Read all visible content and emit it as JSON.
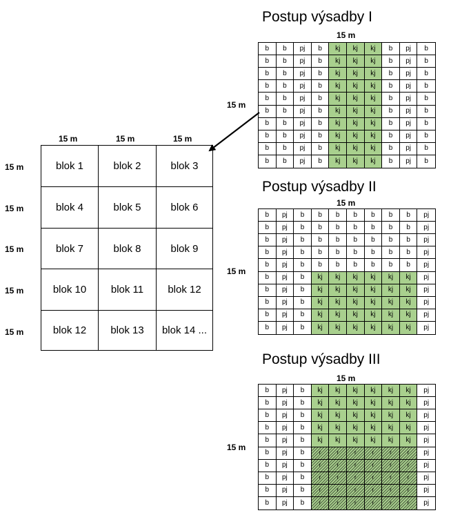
{
  "dim_label": "15 m",
  "blocks": [
    "blok 1",
    "blok 2",
    "blok 3",
    "blok 4",
    "blok 5",
    "blok 6",
    "blok 7",
    "blok 8",
    "blok 9",
    "blok 10",
    "blok 11",
    "blok 12",
    "blok 12",
    "blok 13",
    "blok 14 ..."
  ],
  "plans": [
    {
      "title": "Postup výsadby I",
      "rows": [
        [
          "b",
          "b",
          "pj",
          "b",
          "kj",
          "kj",
          "kj",
          "b",
          "pj",
          "b"
        ],
        [
          "b",
          "b",
          "pj",
          "b",
          "kj",
          "kj",
          "kj",
          "b",
          "pj",
          "b"
        ],
        [
          "b",
          "b",
          "pj",
          "b",
          "kj",
          "kj",
          "kj",
          "b",
          "pj",
          "b"
        ],
        [
          "b",
          "b",
          "pj",
          "b",
          "kj",
          "kj",
          "kj",
          "b",
          "pj",
          "b"
        ],
        [
          "b",
          "b",
          "pj",
          "b",
          "kj",
          "kj",
          "kj",
          "b",
          "pj",
          "b"
        ],
        [
          "b",
          "b",
          "pj",
          "b",
          "kj",
          "kj",
          "kj",
          "b",
          "pj",
          "b"
        ],
        [
          "b",
          "b",
          "pj",
          "b",
          "kj",
          "kj",
          "kj",
          "b",
          "pj",
          "b"
        ],
        [
          "b",
          "b",
          "pj",
          "b",
          "kj",
          "kj",
          "kj",
          "b",
          "pj",
          "b"
        ],
        [
          "b",
          "b",
          "pj",
          "b",
          "kj",
          "kj",
          "kj",
          "b",
          "pj",
          "b"
        ],
        [
          "b",
          "b",
          "pj",
          "b",
          "kj",
          "kj",
          "kj",
          "b",
          "pj",
          "b"
        ]
      ]
    },
    {
      "title": "Postup výsadby II",
      "rows": [
        [
          "b",
          "pj",
          "b",
          "b",
          "b",
          "b",
          "b",
          "b",
          "b",
          "pj"
        ],
        [
          "b",
          "pj",
          "b",
          "b",
          "b",
          "b",
          "b",
          "b",
          "b",
          "pj"
        ],
        [
          "b",
          "pj",
          "b",
          "b",
          "b",
          "b",
          "b",
          "b",
          "b",
          "pj"
        ],
        [
          "b",
          "pj",
          "b",
          "b",
          "b",
          "b",
          "b",
          "b",
          "b",
          "pj"
        ],
        [
          "b",
          "pj",
          "b",
          "b",
          "b",
          "b",
          "b",
          "b",
          "b",
          "pj"
        ],
        [
          "b",
          "pj",
          "b",
          "kj",
          "kj",
          "kj",
          "kj",
          "kj",
          "kj",
          "pj"
        ],
        [
          "b",
          "pj",
          "b",
          "kj",
          "kj",
          "kj",
          "kj",
          "kj",
          "kj",
          "pj"
        ],
        [
          "b",
          "pj",
          "b",
          "kj",
          "kj",
          "kj",
          "kj",
          "kj",
          "kj",
          "pj"
        ],
        [
          "b",
          "pj",
          "b",
          "kj",
          "kj",
          "kj",
          "kj",
          "kj",
          "kj",
          "pj"
        ],
        [
          "b",
          "pj",
          "b",
          "kj",
          "kj",
          "kj",
          "kj",
          "kj",
          "kj",
          "pj"
        ]
      ]
    },
    {
      "title": "Postup výsadby III",
      "rows": [
        [
          "b",
          "pj",
          "b",
          "kj",
          "kj",
          "kj",
          "kj",
          "kj",
          "kj",
          "pj"
        ],
        [
          "b",
          "pj",
          "b",
          "kj",
          "kj",
          "kj",
          "kj",
          "kj",
          "kj",
          "pj"
        ],
        [
          "b",
          "pj",
          "b",
          "kj",
          "kj",
          "kj",
          "kj",
          "kj",
          "kj",
          "pj"
        ],
        [
          "b",
          "pj",
          "b",
          "kj",
          "kj",
          "kj",
          "kj",
          "kj",
          "kj",
          "pj"
        ],
        [
          "b",
          "pj",
          "b",
          "kj",
          "kj",
          "kj",
          "kj",
          "kj",
          "kj",
          "pj"
        ],
        [
          "b",
          "pj",
          "b",
          "r",
          "r",
          "r",
          "r",
          "r",
          "r",
          "pj"
        ],
        [
          "b",
          "pj",
          "b",
          "r",
          "r",
          "r",
          "r",
          "r",
          "r",
          "pj"
        ],
        [
          "b",
          "pj",
          "b",
          "r",
          "r",
          "r",
          "r",
          "r",
          "r",
          "pj"
        ],
        [
          "b",
          "pj",
          "b",
          "r",
          "r",
          "r",
          "r",
          "r",
          "r",
          "pj"
        ],
        [
          "b",
          "pj",
          "b",
          "r",
          "r",
          "r",
          "r",
          "r",
          "r",
          "pj"
        ]
      ]
    }
  ],
  "colors": {
    "kj_fill": "#a9d08e",
    "hatch_fill": "#a9d08e",
    "grid_line": "#000000"
  }
}
